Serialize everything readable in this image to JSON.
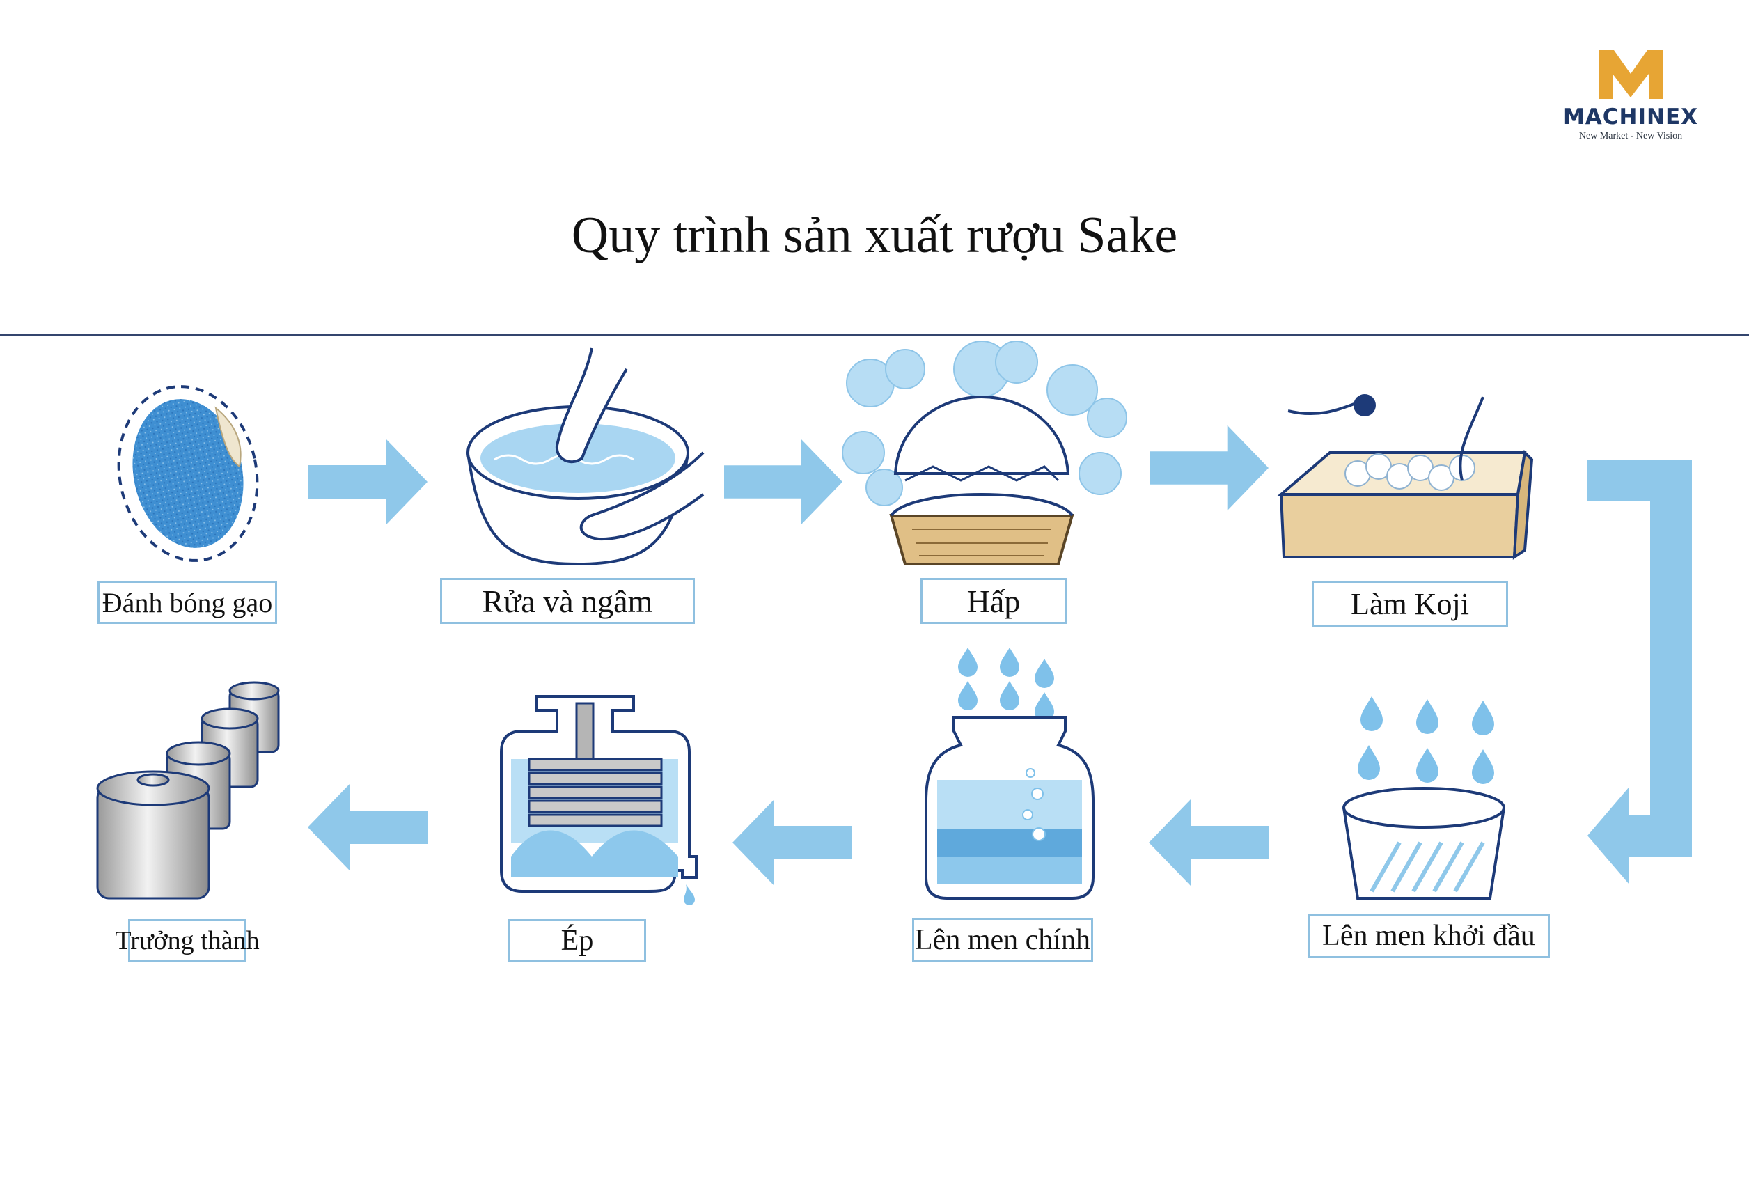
{
  "brand": {
    "name": "MACHINEX",
    "tagline": "New Market - New Vision",
    "colors": {
      "gold": "#e7a534",
      "navy": "#1e3765"
    }
  },
  "title": "Quy trình sản xuất rượu Sake",
  "colors": {
    "arrow": "#8fc8ea",
    "label_border": "#8fc0e0",
    "rule": "#34456e",
    "outline": "#1d3a78"
  },
  "steps": [
    {
      "label": "Đánh bóng gạo",
      "icon": "polished-rice-grain-icon"
    },
    {
      "label": "Rửa và ngâm",
      "icon": "washing-bowl-icon"
    },
    {
      "label": "Hấp",
      "icon": "steaming-basket-icon"
    },
    {
      "label": "Làm Koji",
      "icon": "koji-tray-icon"
    },
    {
      "label": "Lên men khởi đầu",
      "icon": "starter-tub-icon"
    },
    {
      "label": "Lên men chính",
      "icon": "fermentation-jar-icon"
    },
    {
      "label": "Ép",
      "icon": "press-icon"
    },
    {
      "label": "Trưởng thành",
      "icon": "maturation-tanks-icon"
    }
  ]
}
